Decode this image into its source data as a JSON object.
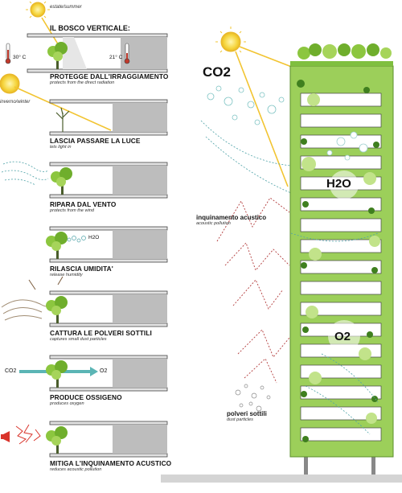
{
  "season_summer": "estate/summer",
  "season_winter": "inverno/winter",
  "heading": "IL BOSCO VERTICALE:",
  "temp_outside": "30° C",
  "temp_inside": "21° C",
  "panels": [
    {
      "title": "PROTEGGE DALL'IRRAGGIAMENTO",
      "sub": "protects from the direct radiation"
    },
    {
      "title": "LASCIA PASSARE LA LUCE",
      "sub": "lets light in"
    },
    {
      "title": "RIPARA DAL VENTO",
      "sub": "protects from the wind"
    },
    {
      "title": "RILASCIA UMIDITA'",
      "sub": "release humidity"
    },
    {
      "title": "CATTURA LE POLVERI SOTTILI",
      "sub": "captures small dust particles"
    },
    {
      "title": "PRODUCE OSSIGENO",
      "sub": "produces oxygen"
    },
    {
      "title": "MITIGA L'INQUINAMENTO ACUSTICO",
      "sub": "reduces acoustic pollution"
    }
  ],
  "h2o_small": "H2O",
  "co2_small": "CO2",
  "o2_small": "O2",
  "right": {
    "co2": "CO2",
    "h2o": "H2O",
    "o2": "O2",
    "noise_label": "inquinamento acustico",
    "noise_sub": "acoustic pollution",
    "dust_label": "polveri sottili",
    "dust_sub": "dust particles"
  },
  "colors": {
    "green": "#8cc63f",
    "dark_green": "#3f7f1f",
    "grey": "#bdbdbd",
    "sun": "#f5d43b",
    "arrow_yellow": "#f2c431",
    "dashed_blue": "#4fa3a8",
    "dashed_red": "#b23a3a"
  }
}
